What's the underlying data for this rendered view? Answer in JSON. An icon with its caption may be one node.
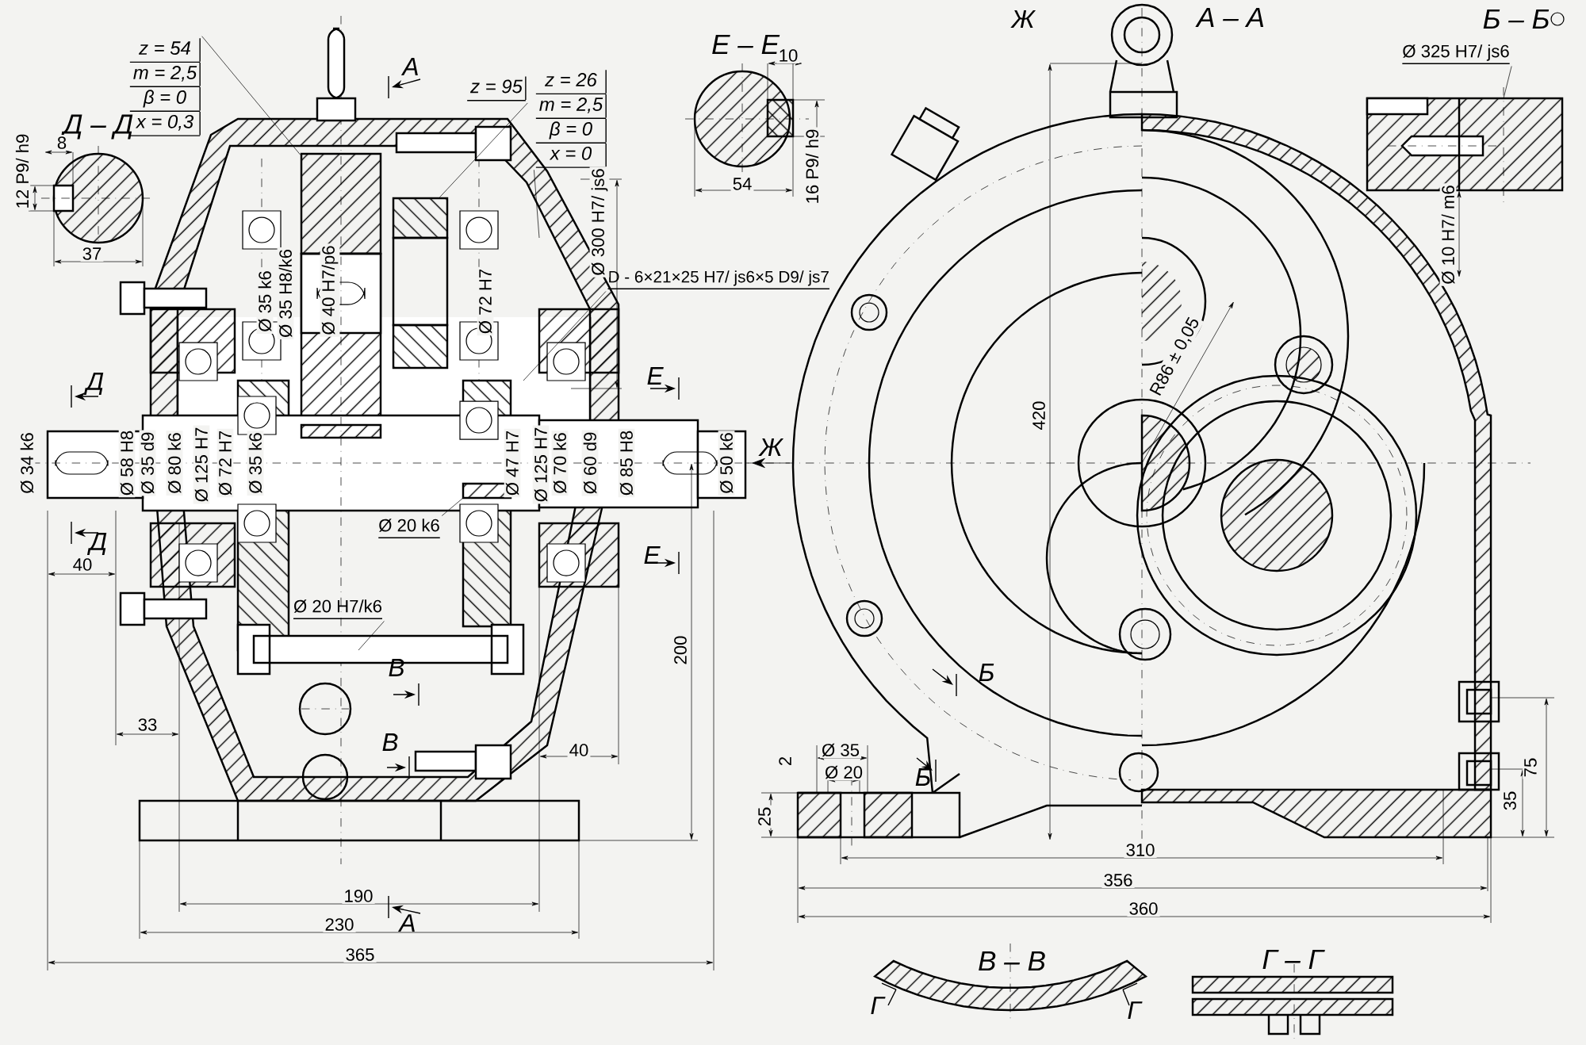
{
  "diagram": {
    "nodes": [
      {
        "text": [
          "z = 54",
          "m = 2,5",
          "β = 0",
          "x = 0,3"
        ]
      },
      {
        "text": [
          "z = 95"
        ]
      },
      {
        "text": [
          "z = 26",
          "m = 2,5",
          "β = 0",
          "x = 0"
        ]
      },
      {
        "text": [
          "D - 6×21×25 H7/ js6×5 D9/ js7"
        ]
      },
      {
        "text": [
          "Ø 325 H7/ js6"
        ]
      },
      {
        "text": [
          "Ø 20 k6"
        ]
      },
      {
        "text": [
          "Ø 20 H7/k6"
        ]
      },
      {
        "text": [],
        "shape": "box"
      },
      {
        "text": [],
        "shape": "box"
      }
    ],
    "edges": [
      {
        "from": 0,
        "to": 7,
        "arrow": "none"
      },
      {
        "from": 1,
        "to": 8,
        "arrow": "none"
      },
      {
        "from": 2,
        "to": null,
        "arrow": "none"
      },
      {
        "from": 3,
        "to": null,
        "arrow": "none"
      },
      {
        "from": 4,
        "to": null,
        "arrow": "none"
      },
      {
        "from": 5,
        "to": null,
        "arrow": "none"
      },
      {
        "from": 6,
        "to": null,
        "arrow": "none"
      }
    ],
    "labels": [
      "А",
      "Д – Д",
      "12 P9/ h9",
      "8",
      "37",
      "Е – Е",
      "10",
      "54",
      "16 P9/ h9",
      "Ж",
      "А – А",
      "Б – Б",
      "Ø 300 H7/ js6",
      "Ø 10 H7/ m6",
      "Ø 35 k6",
      "Ø 35 H8/k6",
      "Ø 40 H7/p6",
      "Ø 72 H7",
      "R86 ± 0,05",
      "Д",
      "Е",
      "Ø 34 k6",
      "Ø 58 H8",
      "Ø 35 d9",
      "Ø 80 k6",
      "Ø 125 H7",
      "Ø 72 H7",
      "Ø 35 k6",
      "Ø 47 H7",
      "Ø 125 H7",
      "Ø 70 k6",
      "Ø 60 d9",
      "Ø 85 H8",
      "Ø 50 k6",
      "Ж",
      "420",
      "Д",
      "40",
      "Е",
      "200",
      "В",
      "Б",
      "33",
      "40",
      "В",
      "Ø 35",
      "2",
      "Ø 20",
      "Б",
      "25",
      "75",
      "35",
      "190",
      "310",
      "230",
      "356",
      "365",
      "360",
      "А",
      "В – В",
      "Г – Г",
      "Г",
      "Г"
    ]
  }
}
